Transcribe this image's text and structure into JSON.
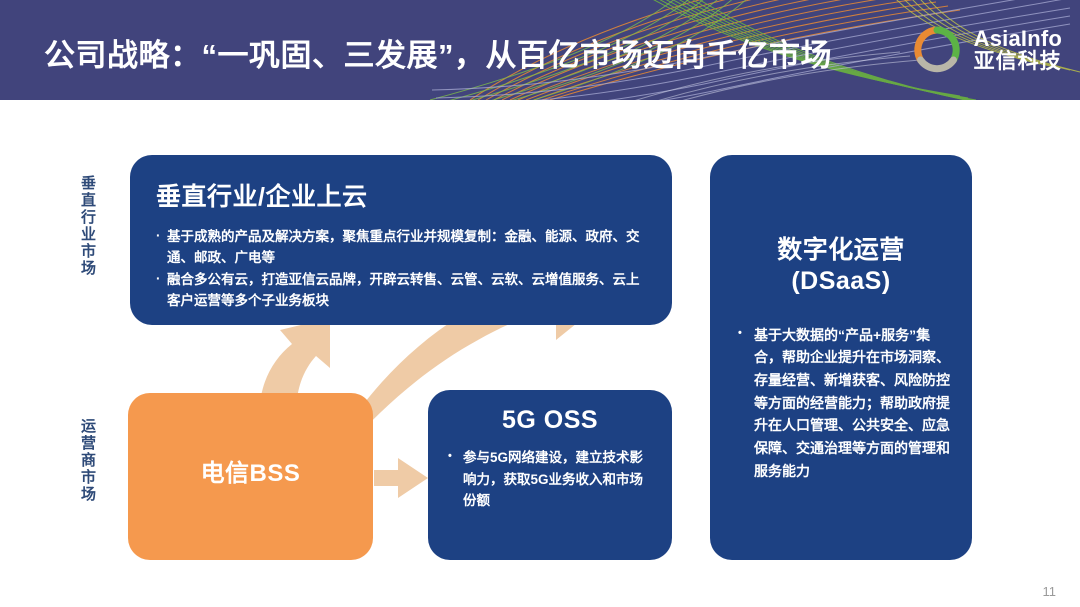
{
  "header": {
    "title": "公司战略：“一巩固、三发展”，从百亿市场迈向千亿市场",
    "logo_en": "AsiaInfo",
    "logo_cn": "亚信科技",
    "bg_color": "#41447c",
    "swirl_colors": [
      "#e98a33",
      "#6cb33f",
      "#8f93c4",
      "#b9bd3f"
    ]
  },
  "sidebar": {
    "labels": [
      {
        "id": "vertical-market",
        "text": "垂直行业市场"
      },
      {
        "id": "operator-market",
        "text": "运营商市场"
      }
    ],
    "color": "#2e4a78"
  },
  "boxes": {
    "vertical": {
      "title": "垂直行业/企业上云",
      "color": "#1d4183",
      "bullets": [
        "基于成熟的产品及解决方案，聚焦重点行业并规模复制：金融、能源、政府、交通、邮政、广电等",
        "融合多公有云，打造亚信云品牌，开辟云转售、云管、云软、云增值服务、云上客户运营等多个子业务板块"
      ]
    },
    "dsaas": {
      "title_line1": "数字化运营",
      "title_line2": "(DSaaS)",
      "color": "#1d4183",
      "bullets": [
        "基于大数据的“产品+服务”集合，帮助企业提升在市场洞察、存量经营、新增获客、风险防控等方面的经营能力；帮助政府提升在人口管理、公共安全、应急保障、交通治理等方面的管理和服务能力"
      ]
    },
    "fivegoss": {
      "title": "5G OSS",
      "color": "#1d4183",
      "bullets": [
        "参与5G网络建设，建立技术影响力，获取5G业务收入和市场份额"
      ]
    },
    "bss": {
      "title": "电信BSS",
      "color": "#f5994e"
    }
  },
  "arrows": {
    "color": "#efcba6",
    "items": [
      {
        "id": "bss-to-vertical",
        "from": "电信BSS",
        "to": "垂直行业/企业上云"
      },
      {
        "id": "bss-to-dsaas",
        "from": "电信BSS",
        "to": "数字化运营"
      },
      {
        "id": "bss-to-5goss",
        "from": "电信BSS",
        "to": "5G OSS"
      }
    ]
  },
  "footer": {
    "page_number": "11"
  }
}
